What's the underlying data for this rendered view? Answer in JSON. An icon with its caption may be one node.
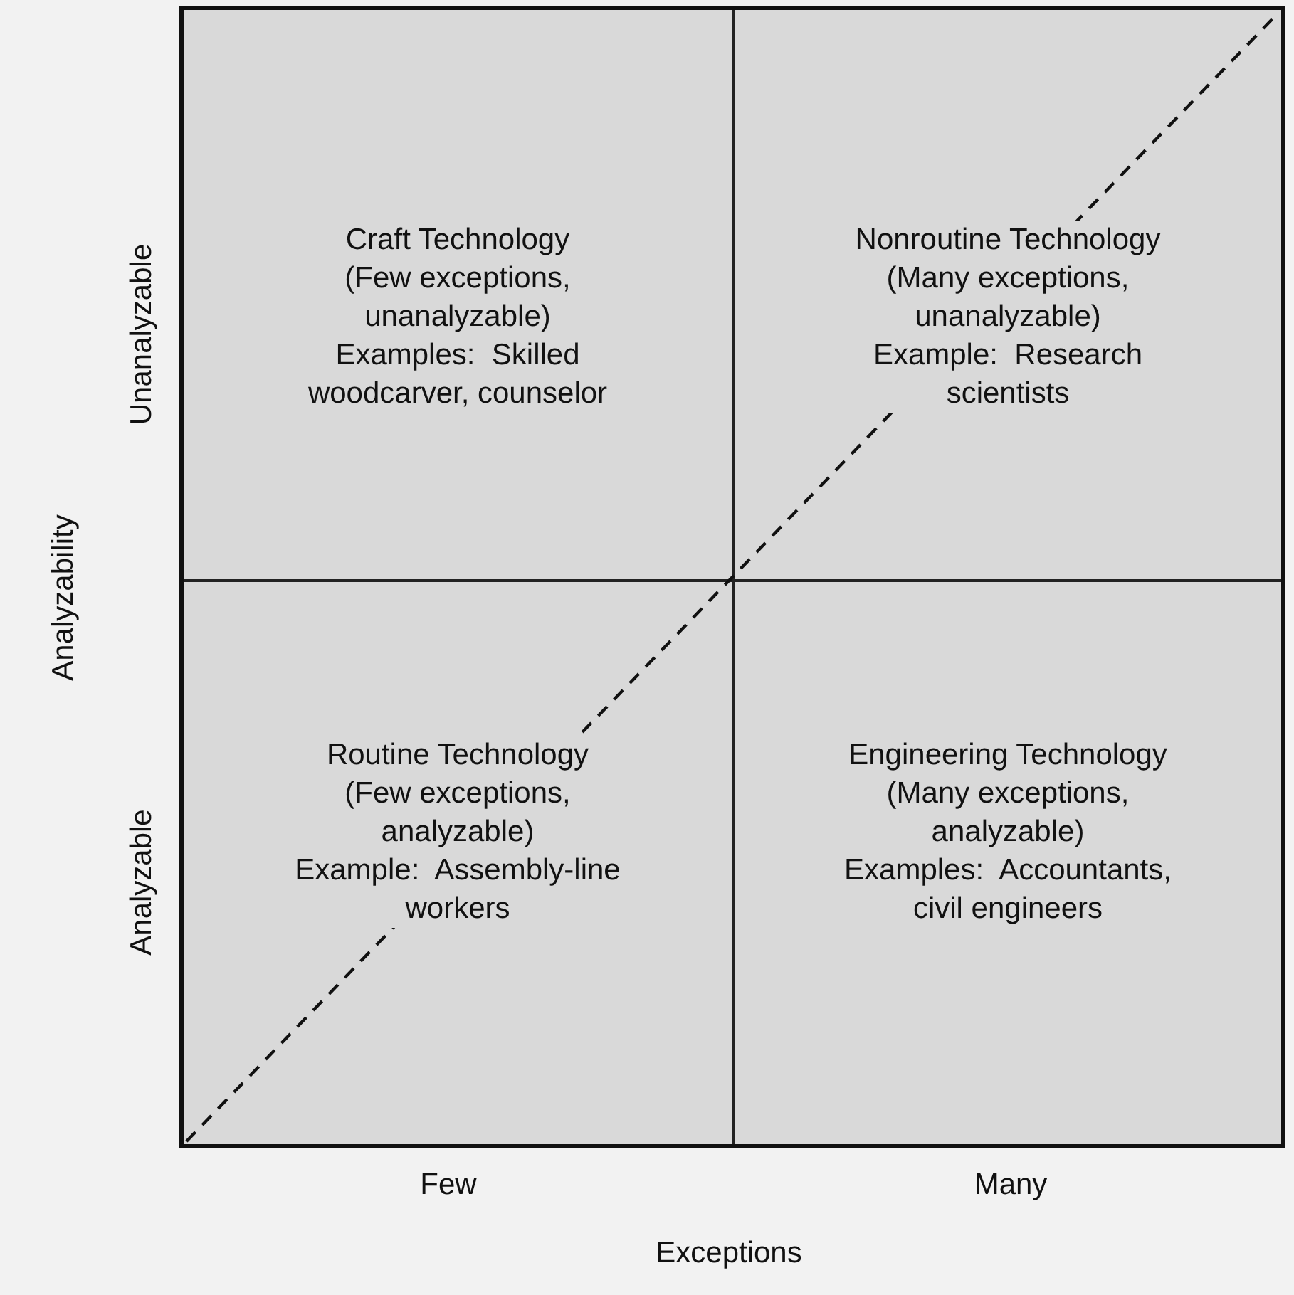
{
  "diagram": {
    "nodes": [
      {
        "text": [
          "Craft Technology",
          "(Few exceptions, unanalyzable)",
          "Examples:  Skilled woodcarver, counselor"
        ]
      },
      {
        "text": [
          "Nonroutine Technology",
          "(Many exceptions, unanalyzable)",
          "Example:  Research scientists"
        ]
      },
      {
        "text": [
          "Routine Technology",
          "(Few exceptions, analyzable)",
          "Example:  Assembly-line workers"
        ]
      },
      {
        "text": [
          "Engineering Technology",
          "(Many exceptions, analyzable)",
          "Examples:  Accountants, civil engineers"
        ]
      }
    ],
    "labels": [
      "Unanalyzable",
      "Analyzability",
      "Analyzable",
      "Few",
      "Many",
      "Exceptions"
    ]
  }
}
